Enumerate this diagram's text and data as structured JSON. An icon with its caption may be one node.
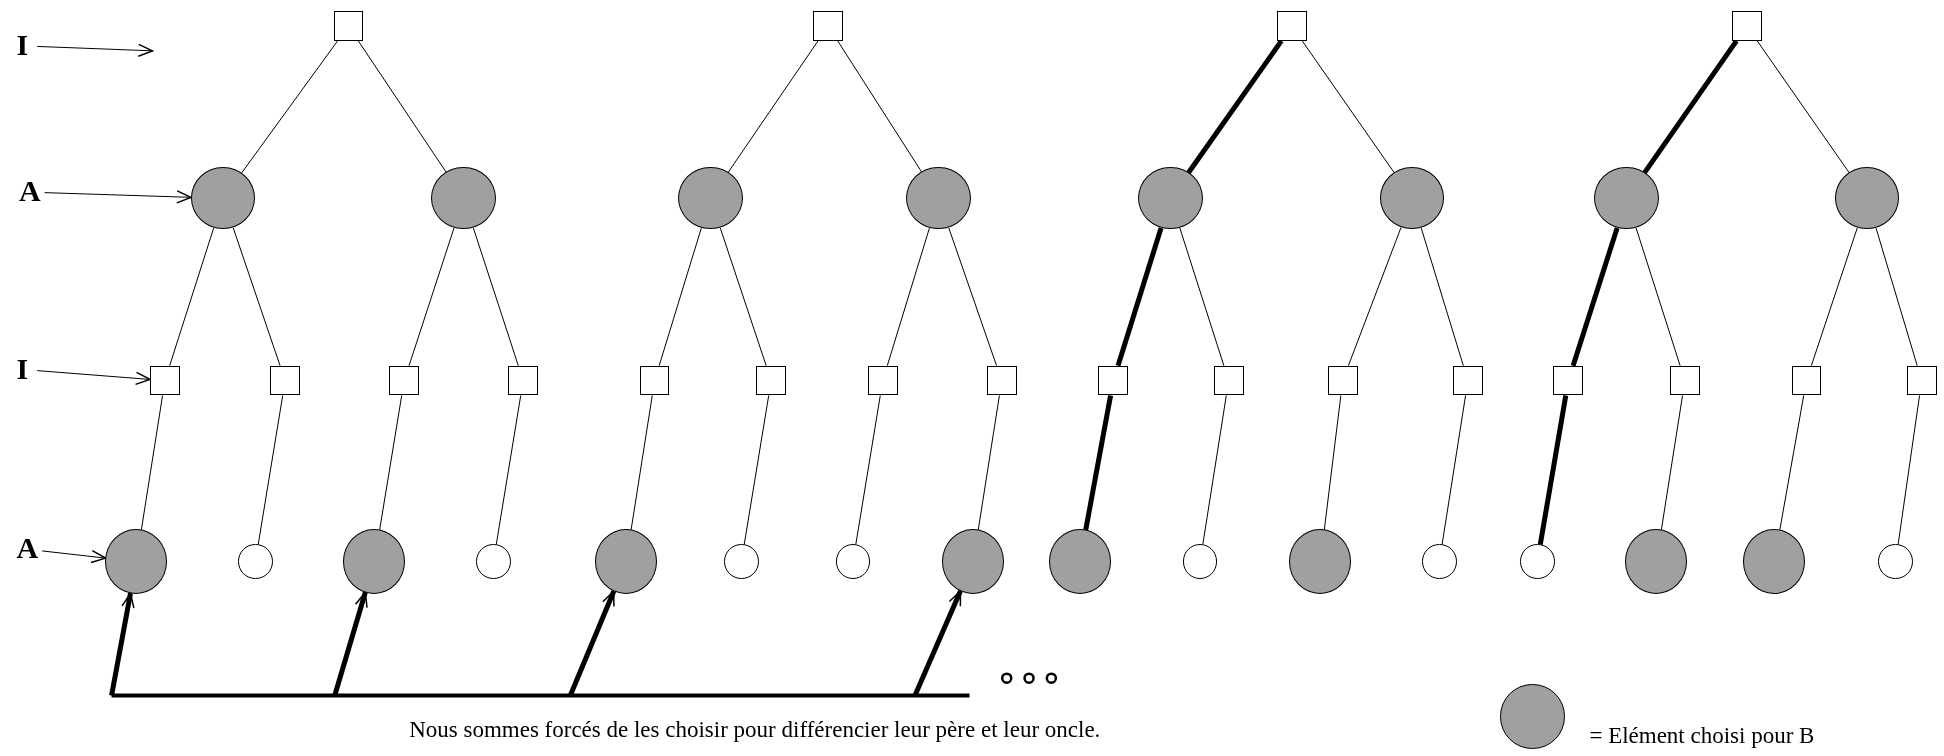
{
  "diagram": {
    "caption": "Nous sommes forcés de les choisir pour différencier leur père et leur oncle.",
    "nodes": [
      {
        "text": [],
        "shape": "box"
      },
      {
        "text": [],
        "shape": "circle"
      },
      {
        "text": [],
        "shape": "circle"
      },
      {
        "text": [],
        "shape": "box"
      },
      {
        "text": [],
        "shape": "box"
      },
      {
        "text": [],
        "shape": "box"
      },
      {
        "text": [],
        "shape": "box"
      },
      {
        "text": [],
        "shape": "circle"
      },
      {
        "text": [],
        "shape": "circle"
      },
      {
        "text": [],
        "shape": "circle"
      },
      {
        "text": [],
        "shape": "circle"
      },
      {
        "text": [],
        "shape": "box"
      },
      {
        "text": [],
        "shape": "circle"
      },
      {
        "text": [],
        "shape": "circle"
      },
      {
        "text": [],
        "shape": "box"
      },
      {
        "text": [],
        "shape": "box"
      },
      {
        "text": [],
        "shape": "box"
      },
      {
        "text": [],
        "shape": "box"
      },
      {
        "text": [],
        "shape": "circle"
      },
      {
        "text": [],
        "shape": "circle"
      },
      {
        "text": [],
        "shape": "circle"
      },
      {
        "text": [],
        "shape": "circle"
      },
      {
        "text": [],
        "shape": "box"
      },
      {
        "text": [],
        "shape": "circle"
      },
      {
        "text": [],
        "shape": "circle"
      },
      {
        "text": [],
        "shape": "box"
      },
      {
        "text": [],
        "shape": "box"
      },
      {
        "text": [],
        "shape": "box"
      },
      {
        "text": [],
        "shape": "box"
      },
      {
        "text": [],
        "shape": "circle"
      },
      {
        "text": [],
        "shape": "circle"
      },
      {
        "text": [],
        "shape": "circle"
      },
      {
        "text": [],
        "shape": "circle"
      },
      {
        "text": [],
        "shape": "box"
      },
      {
        "text": [],
        "shape": "circle"
      },
      {
        "text": [],
        "shape": "circle"
      },
      {
        "text": [],
        "shape": "box"
      },
      {
        "text": [],
        "shape": "box"
      },
      {
        "text": [],
        "shape": "box"
      },
      {
        "text": [],
        "shape": "box"
      },
      {
        "text": [],
        "shape": "circle"
      },
      {
        "text": [],
        "shape": "circle"
      },
      {
        "text": [],
        "shape": "circle"
      },
      {
        "text": [],
        "shape": "circle"
      },
      {
        "text": [
          "I"
        ]
      },
      {
        "text": [
          "A"
        ]
      },
      {
        "text": [
          "I"
        ]
      },
      {
        "text": [
          "A"
        ]
      }
    ],
    "edges": [
      {
        "from": 0,
        "to": 1,
        "arrow": "none"
      },
      {
        "from": 0,
        "to": 2,
        "arrow": "none"
      },
      {
        "from": 1,
        "to": 3,
        "arrow": "none"
      },
      {
        "from": 1,
        "to": 4,
        "arrow": "none"
      },
      {
        "from": 2,
        "to": 5,
        "arrow": "none"
      },
      {
        "from": 2,
        "to": 6,
        "arrow": "none"
      },
      {
        "from": 3,
        "to": 7,
        "arrow": "none"
      },
      {
        "from": 4,
        "to": 8,
        "arrow": "none"
      },
      {
        "from": 5,
        "to": 9,
        "arrow": "none"
      },
      {
        "from": 6,
        "to": 10,
        "arrow": "none"
      },
      {
        "from": 11,
        "to": 12,
        "arrow": "none"
      },
      {
        "from": 11,
        "to": 13,
        "arrow": "none"
      },
      {
        "from": 12,
        "to": 14,
        "arrow": "none"
      },
      {
        "from": 12,
        "to": 15,
        "arrow": "none"
      },
      {
        "from": 13,
        "to": 16,
        "arrow": "none"
      },
      {
        "from": 13,
        "to": 17,
        "arrow": "none"
      },
      {
        "from": 14,
        "to": 18,
        "arrow": "none"
      },
      {
        "from": 15,
        "to": 19,
        "arrow": "none"
      },
      {
        "from": 16,
        "to": 20,
        "arrow": "none"
      },
      {
        "from": 17,
        "to": 21,
        "arrow": "none"
      },
      {
        "from": 22,
        "to": 23,
        "arrow": "none",
        "style": "thick"
      },
      {
        "from": 22,
        "to": 24,
        "arrow": "none"
      },
      {
        "from": 23,
        "to": 25,
        "arrow": "none",
        "style": "thick"
      },
      {
        "from": 23,
        "to": 26,
        "arrow": "none"
      },
      {
        "from": 24,
        "to": 27,
        "arrow": "none"
      },
      {
        "from": 24,
        "to": 28,
        "arrow": "none"
      },
      {
        "from": 25,
        "to": 29,
        "arrow": "none",
        "style": "thick"
      },
      {
        "from": 26,
        "to": 30,
        "arrow": "none"
      },
      {
        "from": 27,
        "to": 31,
        "arrow": "none"
      },
      {
        "from": 28,
        "to": 32,
        "arrow": "none"
      },
      {
        "from": 33,
        "to": 34,
        "arrow": "none",
        "style": "thick"
      },
      {
        "from": 33,
        "to": 35,
        "arrow": "none"
      },
      {
        "from": 34,
        "to": 36,
        "arrow": "none",
        "style": "thick"
      },
      {
        "from": 34,
        "to": 37,
        "arrow": "none"
      },
      {
        "from": 35,
        "to": 38,
        "arrow": "none"
      },
      {
        "from": 35,
        "to": 39,
        "arrow": "none"
      },
      {
        "from": 36,
        "to": 40,
        "arrow": "none",
        "style": "thick"
      },
      {
        "from": 37,
        "to": 41,
        "arrow": "none"
      },
      {
        "from": 38,
        "to": 42,
        "arrow": "none"
      },
      {
        "from": 39,
        "to": 43,
        "arrow": "none"
      },
      {
        "from": 44,
        "to": null,
        "arrow": "to"
      },
      {
        "from": 45,
        "to": 1,
        "arrow": "to"
      },
      {
        "from": 46,
        "to": 3,
        "arrow": "to"
      },
      {
        "from": 47,
        "to": 7,
        "arrow": "to"
      },
      {
        "from": null,
        "to": 7,
        "arrow": "to",
        "style": "thick"
      },
      {
        "from": null,
        "to": 9,
        "arrow": "to",
        "style": "thick"
      },
      {
        "from": null,
        "to": 18,
        "arrow": "to",
        "style": "thick"
      },
      {
        "from": null,
        "to": 21,
        "arrow": "to",
        "style": "thick"
      }
    ],
    "legend": [
      {
        "text": "= Elément choisi pour B",
        "color": "#a0a0a0"
      }
    ]
  }
}
